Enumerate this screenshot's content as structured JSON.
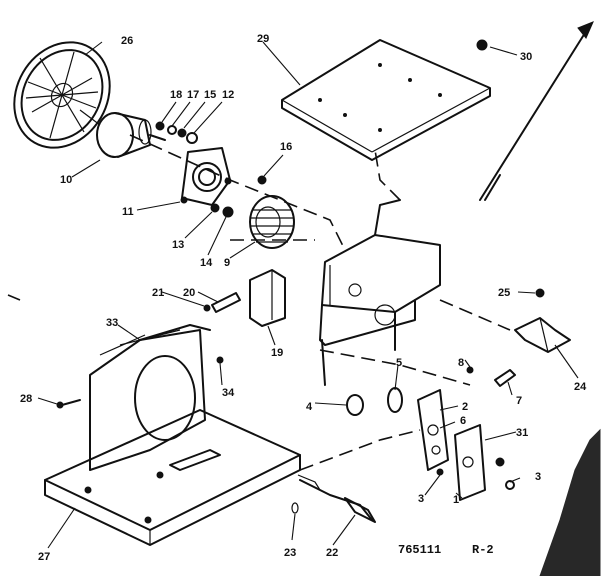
{
  "diagram": {
    "drawing_code": "765111",
    "sheet": "R-2",
    "callouts": {
      "c26": "26",
      "c29": "29",
      "c30": "30",
      "c18a": "18",
      "c17": "17",
      "c15": "15",
      "c12": "12",
      "c10": "10",
      "c16": "16",
      "c11": "11",
      "c13": "13",
      "c14": "14",
      "c9": "9",
      "c21": "21",
      "c20": "20",
      "c19": "19",
      "c25": "25",
      "c24": "24",
      "c33": "33",
      "c34": "34",
      "c28": "28",
      "c27": "27",
      "c5": "5",
      "c8": "8",
      "c4": "4",
      "c2": "2",
      "c6": "6",
      "c7": "7",
      "c31": "31",
      "c3": "3",
      "c1": "1",
      "c3b": "3",
      "c23": "23",
      "c22": "22"
    }
  }
}
